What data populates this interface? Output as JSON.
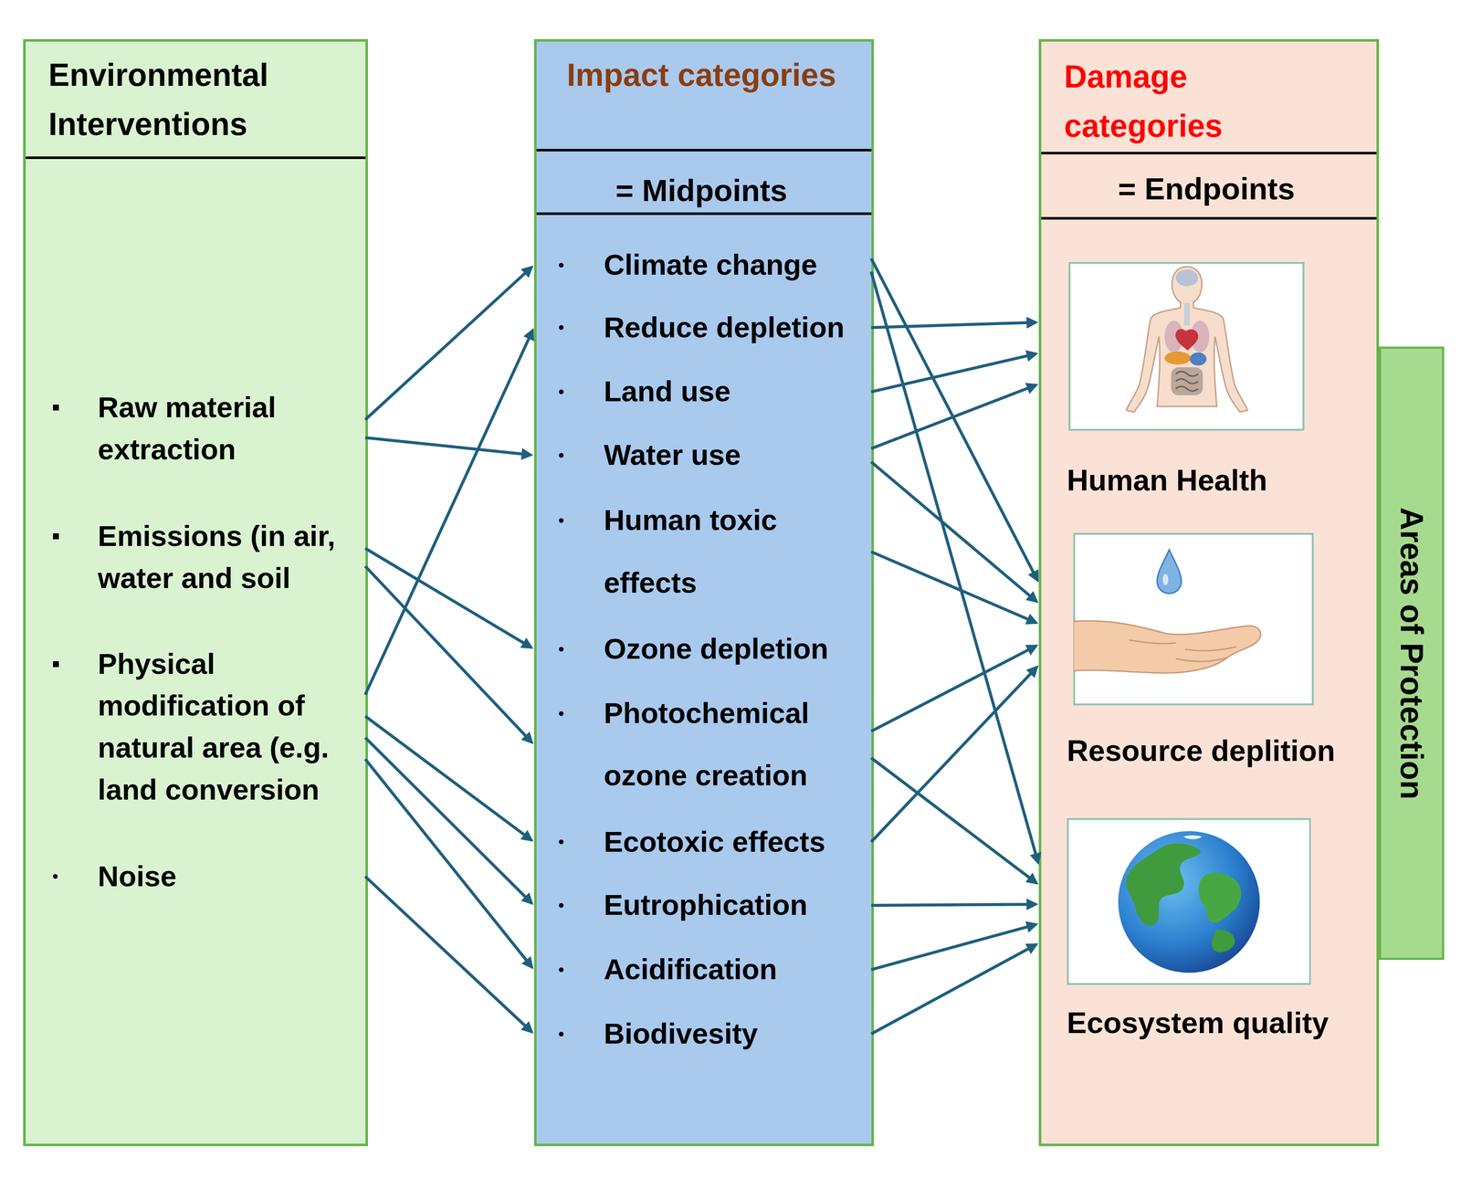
{
  "diagram": {
    "nodes": [
      {
        "text": [
          "Environmental Interventions"
        ]
      },
      {
        "text": [
          "Raw material extraction"
        ],
        "in": 0
      },
      {
        "text": [
          "Emissions (in air, water and soil"
        ],
        "in": 0
      },
      {
        "text": [
          "Physical modification of natural area (e.g. land conversion"
        ],
        "in": 0
      },
      {
        "text": [
          "Noise"
        ],
        "in": 0
      },
      {
        "text": [
          "Impact categories",
          "= Midpoints"
        ]
      },
      {
        "text": [
          "Climate change"
        ],
        "in": 5
      },
      {
        "text": [
          "Reduce depletion"
        ],
        "in": 5
      },
      {
        "text": [
          "Land use"
        ],
        "in": 5
      },
      {
        "text": [
          "Water use"
        ],
        "in": 5
      },
      {
        "text": [
          "Human toxic effects"
        ],
        "in": 5
      },
      {
        "text": [
          "Ozone depletion"
        ],
        "in": 5
      },
      {
        "text": [
          "Photochemical ozone creation"
        ],
        "in": 5
      },
      {
        "text": [
          "Ecotoxic effects"
        ],
        "in": 5
      },
      {
        "text": [
          "Eutrophication"
        ],
        "in": 5
      },
      {
        "text": [
          "Acidification"
        ],
        "in": 5
      },
      {
        "text": [
          "Biodivesity"
        ],
        "in": 5
      },
      {
        "text": [
          "Damage categories",
          "= Endpoints"
        ]
      },
      {
        "text": [
          "Human Health"
        ],
        "in": 17
      },
      {
        "text": [
          "Resource deplition"
        ],
        "in": 17
      },
      {
        "text": [
          "Ecosystem quality"
        ],
        "in": 17
      },
      {
        "text": [
          "Areas of Protection"
        ]
      }
    ],
    "edges": [
      {
        "from": 1,
        "to": 6,
        "arrow": "to"
      },
      {
        "from": 1,
        "to": 9,
        "arrow": "to"
      },
      {
        "from": 2,
        "to": 11,
        "arrow": "to"
      },
      {
        "from": 2,
        "to": 12,
        "arrow": "to"
      },
      {
        "from": 3,
        "to": 7,
        "arrow": "to"
      },
      {
        "from": 3,
        "to": 13,
        "arrow": "to"
      },
      {
        "from": 3,
        "to": 14,
        "arrow": "to"
      },
      {
        "from": 3,
        "to": 15,
        "arrow": "to"
      },
      {
        "from": 4,
        "to": 16,
        "arrow": "to"
      },
      {
        "from": 6,
        "to": 19,
        "arrow": "to"
      },
      {
        "from": 6,
        "to": 20,
        "arrow": "to"
      },
      {
        "from": 7,
        "to": 18,
        "arrow": "to"
      },
      {
        "from": 8,
        "to": 18,
        "arrow": "to"
      },
      {
        "from": 9,
        "to": 18,
        "arrow": "to"
      },
      {
        "from": 9,
        "to": 19,
        "arrow": "to"
      },
      {
        "from": 10,
        "to": 19,
        "arrow": "to"
      },
      {
        "from": 12,
        "to": 19,
        "arrow": "to"
      },
      {
        "from": 12,
        "to": 20,
        "arrow": "to"
      },
      {
        "from": 13,
        "to": 19,
        "arrow": "to"
      },
      {
        "from": 14,
        "to": 20,
        "arrow": "to"
      },
      {
        "from": 15,
        "to": 20,
        "arrow": "to"
      },
      {
        "from": 16,
        "to": 20,
        "arrow": "to"
      }
    ]
  }
}
